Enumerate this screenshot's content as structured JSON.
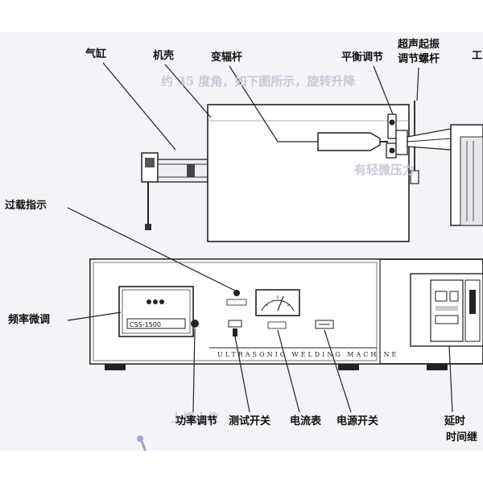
{
  "labels": {
    "cylinder": "气缸",
    "housing": "机壳",
    "horn_rod": "变辐杆",
    "balance_adjust": "平衡调节",
    "adjust_screw_line1": "超声起振",
    "adjust_screw_line2": "调节螺杆",
    "workpiece_partial": "工",
    "overload": "过载指示",
    "frequency": "频率微调",
    "power_adjust": "功率调节",
    "test_switch": "测试开关",
    "ammeter": "电流表",
    "power_switch": "电源开关",
    "delay_line1": "延时",
    "delay_line2": "时间继"
  },
  "faint_text": [
    "约 35 度角，如下图所示，旋转升降",
    "有轻微压力",
    "上焊止位"
  ],
  "colors": {
    "line": "#222222",
    "background": "#f3f4f8",
    "faint_text": "#c7cad6"
  }
}
